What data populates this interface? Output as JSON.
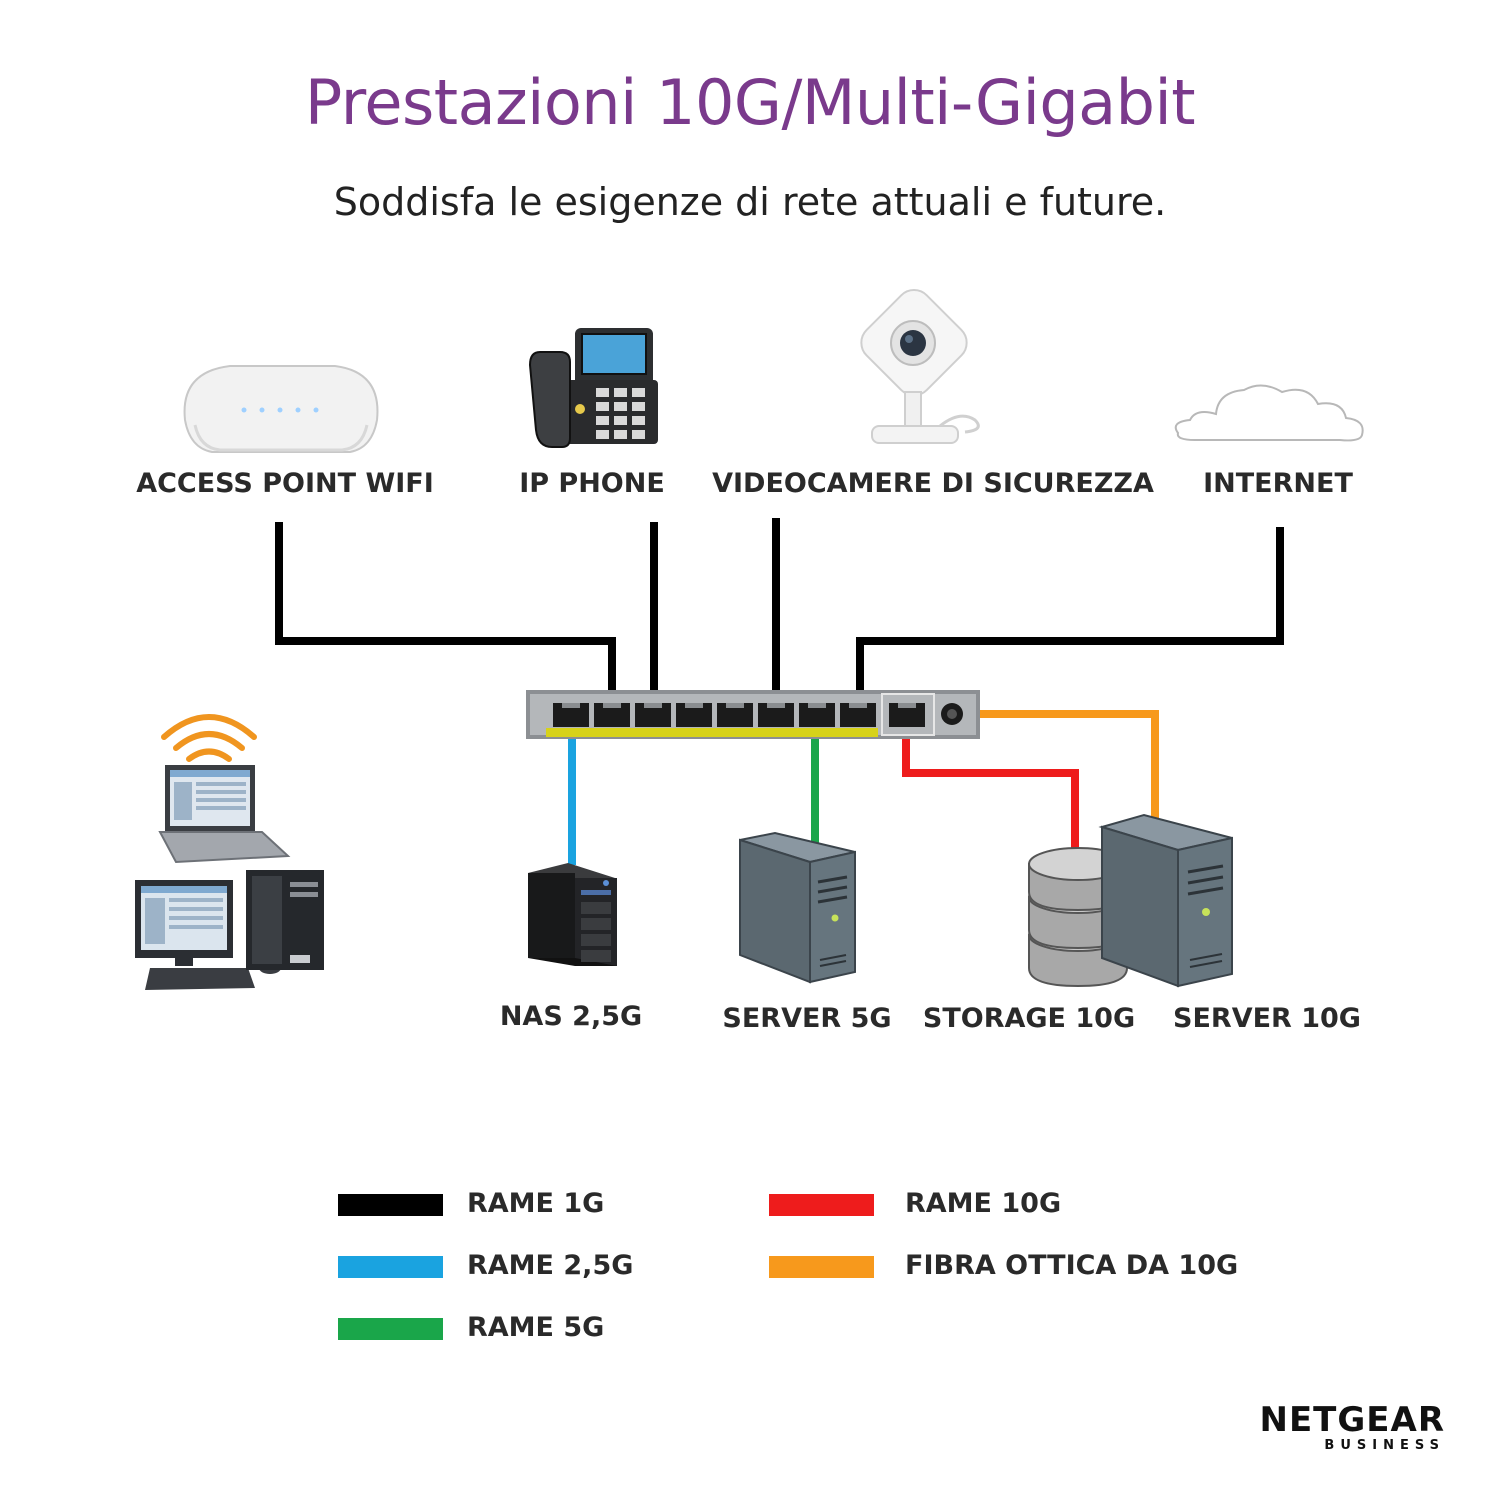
{
  "header": {
    "title": "Prestazioni 10G/Multi-Gigabit",
    "subtitle": "Soddisfa le esigenze di rete attuali e future."
  },
  "devices_top": [
    {
      "label": "ACCESS POINT WIFI",
      "icon": "access-point-icon"
    },
    {
      "label": "IP PHONE",
      "icon": "ip-phone-icon"
    },
    {
      "label": "VIDEOCAMERE DI SICUREZZA",
      "icon": "security-camera-icon"
    },
    {
      "label": "INTERNET",
      "icon": "cloud-icon"
    }
  ],
  "devices_bottom": [
    {
      "label": "NAS 2,5G",
      "icon": "nas-icon"
    },
    {
      "label": "SERVER 5G",
      "icon": "server-icon"
    },
    {
      "label": "STORAGE 10G",
      "icon": "storage-icon"
    },
    {
      "label": "SERVER 10G",
      "icon": "server-icon"
    }
  ],
  "legend": [
    {
      "label": "RAME 1G",
      "color": "#000000"
    },
    {
      "label": "RAME 2,5G",
      "color": "#1aa3e0"
    },
    {
      "label": "RAME 5G",
      "color": "#1aa64a"
    },
    {
      "label": "RAME 10G",
      "color": "#ee1c1c"
    },
    {
      "label": "FIBRA OTTICA DA 10G",
      "color": "#f7991c"
    }
  ],
  "logo": {
    "brand": "NETGEAR",
    "sub": "BUSINESS"
  }
}
